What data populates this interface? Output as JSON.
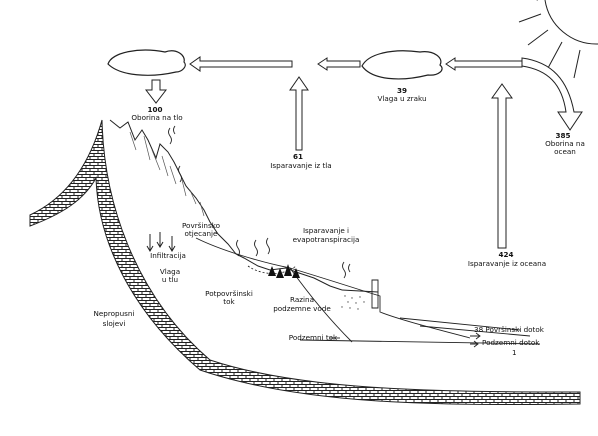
{
  "labels": {
    "precip_land_value": "100",
    "precip_land_text": "Oborina na tlo",
    "evap_land_value": "61",
    "evap_land_text": "Isparavanje iz tla",
    "air_moisture_value": "39",
    "air_moisture_text": "Vlaga u zraku",
    "precip_ocean_value": "385",
    "precip_ocean_text_1": "Oborina na",
    "precip_ocean_text_2": "ocean",
    "evap_ocean_value": "424",
    "evap_ocean_text": "Isparavanje iz oceana",
    "surface_runoff_1": "Površinsko",
    "surface_runoff_2": "otjecanje",
    "evapotranspiration_1": "Isparavanje i",
    "evapotranspiration_2": "evapotranspiracija",
    "infiltration": "Infiltracija",
    "soil_moisture_1": "Vlaga",
    "soil_moisture_2": "u tlu",
    "subsurface_flow_1": "Potpovršinski",
    "subsurface_flow_2": "tok",
    "water_table_1": "Razina",
    "water_table_2": "podzemne vode",
    "impermeable_1": "Nepropusni",
    "impermeable_2": "slojevi",
    "surface_inflow": "38 Površinski dotok",
    "groundwater_inflow": "Podzemni dotok",
    "groundwater_inflow_value": "1",
    "groundwater_flow": "Podzemni tok"
  }
}
